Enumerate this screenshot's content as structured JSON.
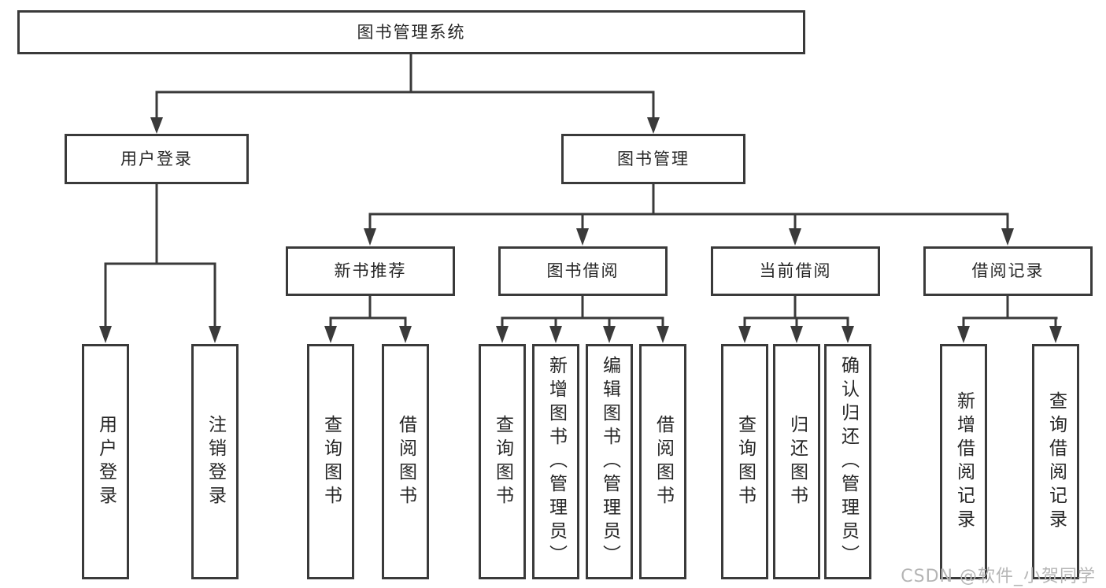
{
  "diagram": {
    "root": {
      "label": "图书管理系统"
    },
    "level2": {
      "login": {
        "label": "用户登录"
      },
      "management": {
        "label": "图书管理"
      }
    },
    "level3": {
      "new_books": {
        "label": "新书推荐"
      },
      "book_borrow": {
        "label": "图书借阅"
      },
      "current_borrow": {
        "label": "当前借阅"
      },
      "borrow_records": {
        "label": "借阅记录"
      }
    },
    "leaves": {
      "login": [
        "用户登录",
        "注销登录"
      ],
      "new_books": [
        "查询图书",
        "借阅图书"
      ],
      "book_borrow": [
        "查询图书",
        "新增图书（管理员）",
        "编辑图书（管理员）",
        "借阅图书"
      ],
      "current_borrow": [
        "查询图书",
        "归还图书",
        "确认归还（管理员）"
      ],
      "borrow_records": [
        "新增借阅记录",
        "查询借阅记录"
      ]
    },
    "watermark": "CSDN @软件_小贺同学",
    "colors": {
      "line": "#3a3a3a",
      "border": "#3a3a3a",
      "text": "#262626",
      "watermark": "#b5b5b5",
      "background": "#ffffff"
    }
  }
}
